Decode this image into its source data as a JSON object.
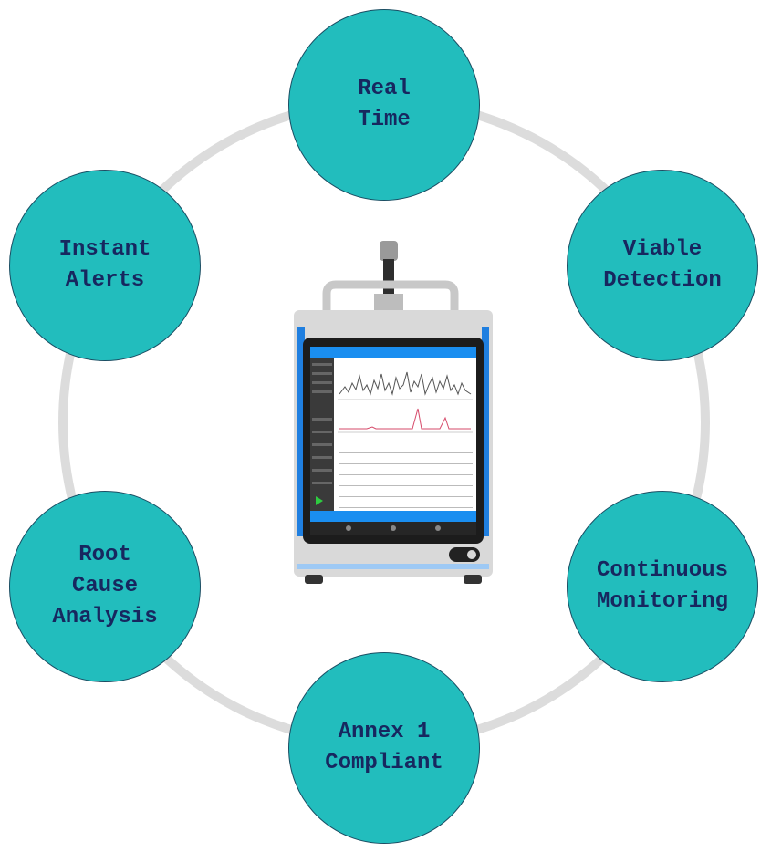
{
  "nodes": {
    "real_time": {
      "lines": [
        "Real",
        "Time"
      ]
    },
    "viable_detection": {
      "lines": [
        "Viable",
        "Detection"
      ]
    },
    "continuous_monitoring": {
      "lines": [
        "Continuous",
        "Monitoring"
      ]
    },
    "annex_compliant": {
      "lines": [
        "Annex 1",
        "Compliant"
      ]
    },
    "root_cause": {
      "lines": [
        "Root",
        "Cause",
        "Analysis"
      ]
    },
    "instant_alerts": {
      "lines": [
        "Instant",
        "Alerts"
      ]
    }
  },
  "colors": {
    "node_fill": "#22bdbd",
    "node_text": "#17275f",
    "node_border": "#1a4e63",
    "ring": "#dcdcdc",
    "screen_accent": "#1a8ef0"
  }
}
